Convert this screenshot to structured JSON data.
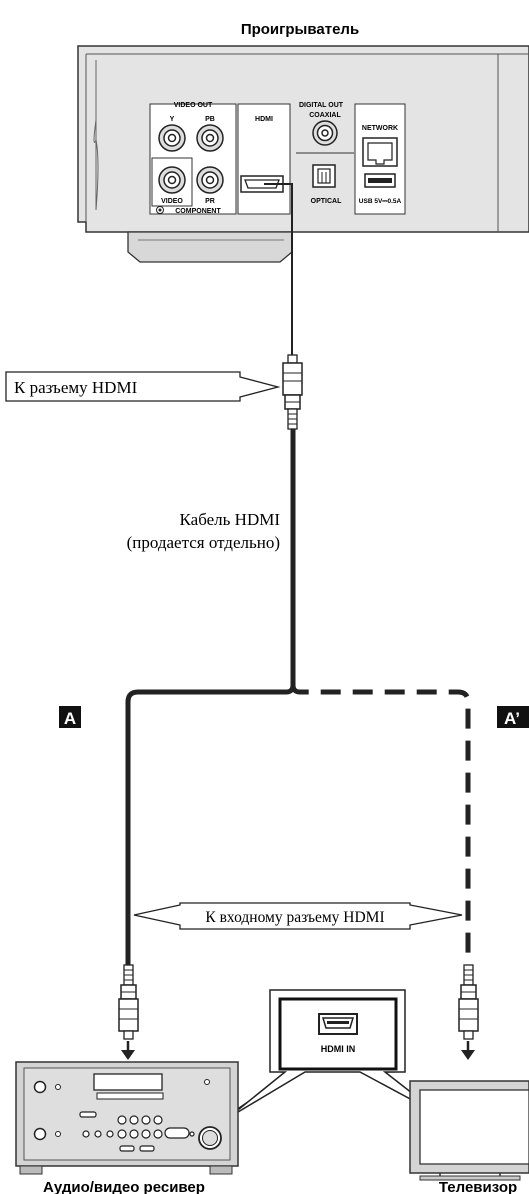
{
  "player": {
    "title": "Проигрыватель",
    "video_out": "VIDEO OUT",
    "y": "Y",
    "pb": "PB",
    "pr": "PR",
    "video": "VIDEO",
    "component": "COMPONENT",
    "hdmi": "HDMI",
    "digital_out": "DIGITAL OUT",
    "coaxial": "COAXIAL",
    "optical": "OPTICAL",
    "network": "NETWORK",
    "usb": "USB  5V⎓0.5A"
  },
  "callouts": {
    "hdmi_jack": "К разъему HDMI",
    "cable_line1": "Кабель HDMI",
    "cable_line2": "(продается отдельно)",
    "hdmi_input": "К входному разъему HDMI"
  },
  "routes": {
    "a": "A",
    "a_prime": "A’"
  },
  "tv_jack": {
    "label": "HDMI IN"
  },
  "devices": {
    "receiver": "Аудио/видео ресивер",
    "tv": "Телевизор"
  },
  "colors": {
    "cable": "#222222",
    "device_gray": "#d4d4d4",
    "label_box": "#111111"
  }
}
